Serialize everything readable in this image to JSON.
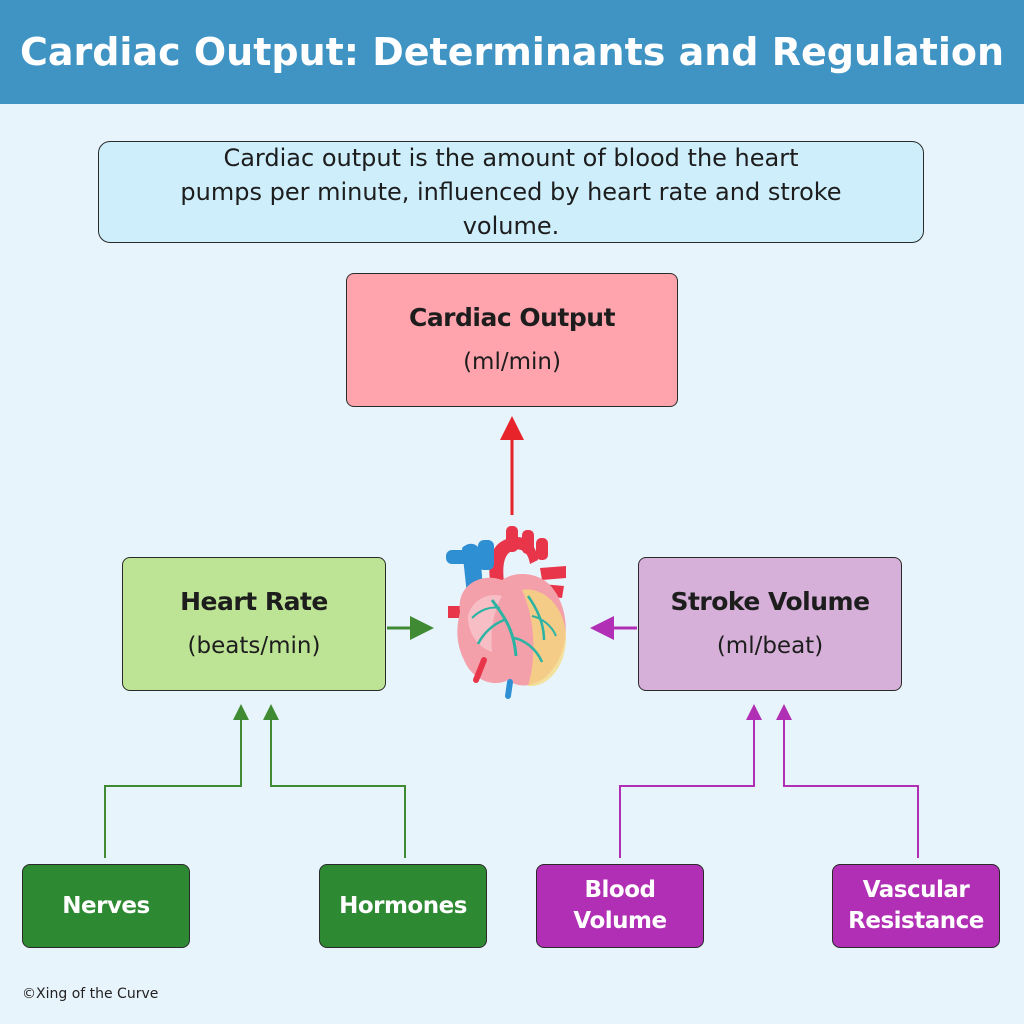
{
  "header": {
    "title": "Cardiac Output: Determinants and Regulation"
  },
  "definition": {
    "text": "Cardiac output is the amount of blood the heart\npumps per minute, influenced by heart rate and stroke volume."
  },
  "nodes": {
    "cardiac_output": {
      "title": "Cardiac Output",
      "unit": "(ml/min)"
    },
    "heart_rate": {
      "title": "Heart Rate",
      "unit": "(beats/min)"
    },
    "stroke_volume": {
      "title": "Stroke Volume",
      "unit": "(ml/beat)"
    }
  },
  "factors": {
    "nerves": "Nerves",
    "hormones": "Hormones",
    "blood_volume": "Blood\nVolume",
    "vascular_resistance": "Vascular\nResistance"
  },
  "icons": {
    "center": "heart-icon"
  },
  "colors": {
    "header_bg": "#3f94c4",
    "output_arrow": "#e8242b",
    "heart_rate_branch": "#3f8a33",
    "stroke_volume_branch": "#b02fb4"
  },
  "credit": "©Xing of the Curve"
}
